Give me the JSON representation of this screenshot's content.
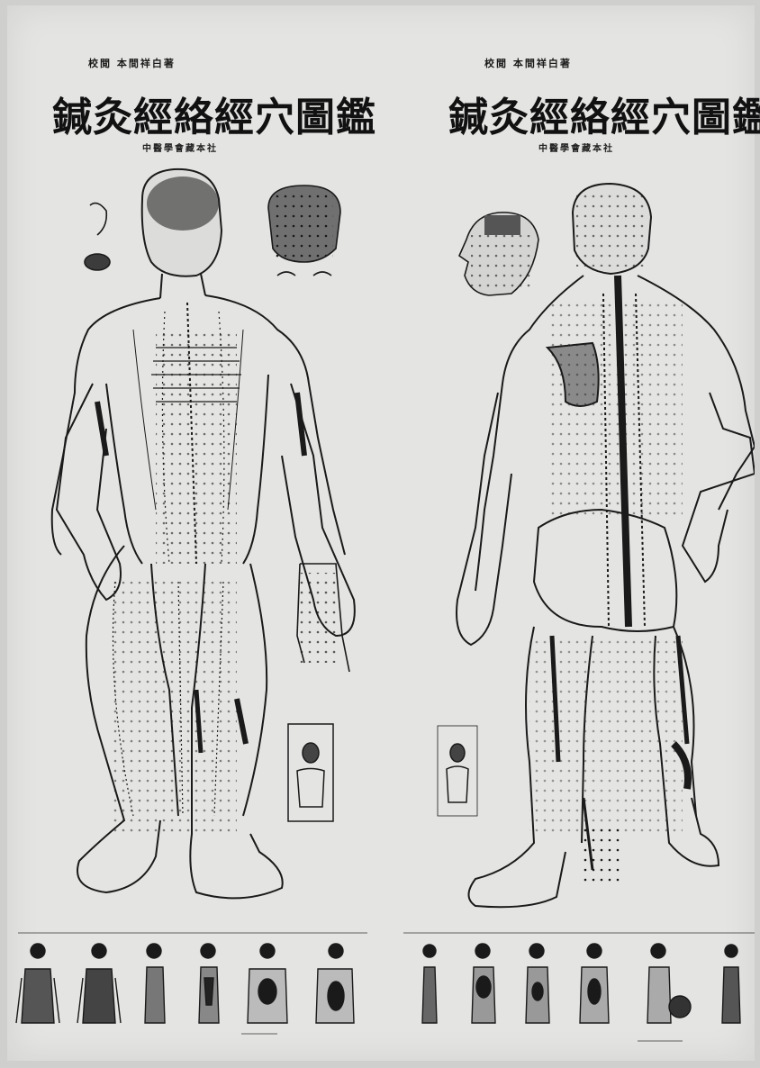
{
  "posters": [
    {
      "credits": "校閲 本間祥白著",
      "title": "鍼灸經絡經穴圖鑑",
      "publisher": "中醫學會藏本社"
    },
    {
      "credits": "校閲 本間祥白著",
      "title": "鍼灸經絡經穴圖鑑",
      "publisher": "中醫學會藏本社"
    }
  ],
  "icons": [
    "anterior-body-figure",
    "posterior-body-figure",
    "head-top-figure",
    "head-profile-figure",
    "hand-inset",
    "foot-inset",
    "organ-diagram-strip"
  ],
  "colors": {
    "paper": "#e4e4e2",
    "ink": "#1a1a1a"
  }
}
